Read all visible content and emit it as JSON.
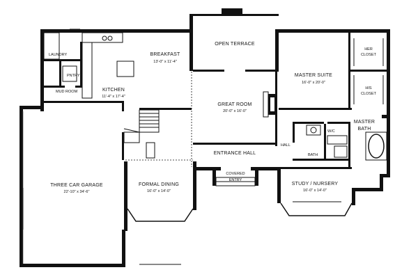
{
  "rooms": {
    "open_terrace": {
      "name": "OPEN TERRACE"
    },
    "breakfast": {
      "name": "BREAKFAST",
      "dim": "13'-0\" x 11'-4\""
    },
    "master_suite": {
      "name": "MASTER SUITE",
      "dim": "16'-0\" x 20'-0\""
    },
    "her_closet": {
      "name_line1": "HER",
      "name_line2": "CLOSET"
    },
    "his_closet": {
      "name_line1": "HIS",
      "name_line2": "CLOSET"
    },
    "laundry": {
      "name": "LAUNDRY"
    },
    "pantry": {
      "name": "PNTRY"
    },
    "mud_room": {
      "name": "MUD ROOM"
    },
    "kitchen": {
      "name": "KITCHEN",
      "dim": "11'-4\" x 17'-4\""
    },
    "great_room": {
      "name": "GREAT ROOM",
      "dim": "20'-0\" x 16'-0\""
    },
    "master_bath": {
      "name_line1": "MASTER",
      "name_line2": "BATH"
    },
    "wc": {
      "name": "W/C"
    },
    "hall": {
      "name": "HALL"
    },
    "bath": {
      "name": "BATH"
    },
    "entrance_hall": {
      "name": "ENTRANCE HALL"
    },
    "covered_entry": {
      "name_line1": "COVERED",
      "name_line2": "ENTRY"
    },
    "three_car_garage": {
      "name": "THREE CAR GARAGE",
      "dim": "22'-10\" x 34'-6\""
    },
    "formal_dining": {
      "name": "FORMAL DINING",
      "dim": "16'-0\" x 14'-0\""
    },
    "study_nursery": {
      "name": "STUDY / NURSERY",
      "dim": "16'-0\" x 14'-0\""
    }
  }
}
